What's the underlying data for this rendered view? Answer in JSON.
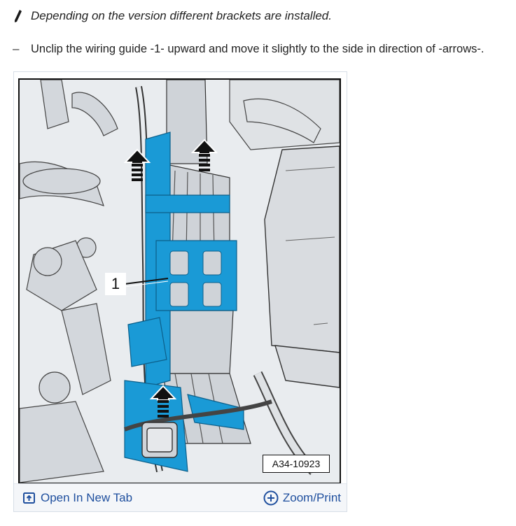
{
  "note": {
    "icon": "pencil-note-icon",
    "text": "Depending on the version different brackets are installed."
  },
  "step": {
    "dash": "–",
    "text": "Unclip the wiring guide -1- upward and move it slightly to the side in direction of -arrows-."
  },
  "figure": {
    "callout_label": "1",
    "figure_id": "A34-10923",
    "bracket_color": "#1a9ad6"
  },
  "footer": {
    "open_tab_label": "Open In New Tab",
    "open_tab_icon": "open-new-tab-icon",
    "zoom_label": "Zoom/Print",
    "zoom_icon": "zoom-plus-icon",
    "link_color": "#1f4f9e"
  }
}
